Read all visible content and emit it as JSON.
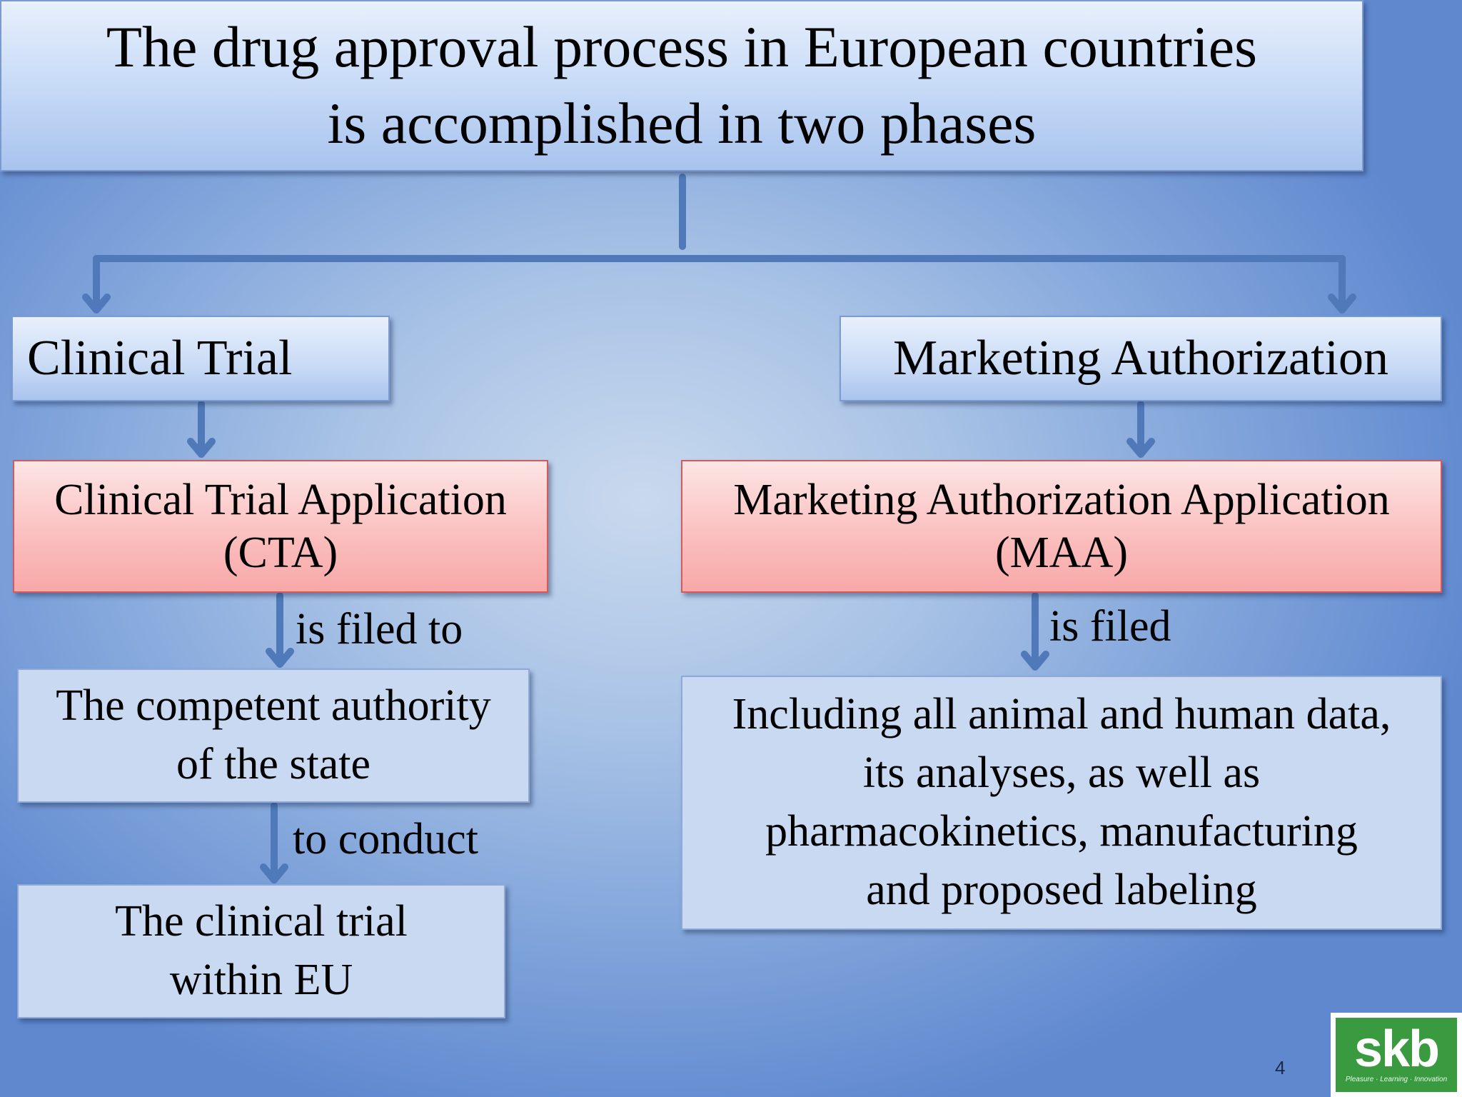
{
  "title": {
    "line1": "The drug approval process in European countries",
    "line2": "is accomplished in two phases"
  },
  "phases": {
    "clinical_trial": "Clinical Trial",
    "marketing_authorization": "Marketing Authorization"
  },
  "applications": {
    "cta": {
      "line1": "Clinical Trial Application",
      "line2": "(CTA)"
    },
    "maa": {
      "line1": "Marketing Authorization Application",
      "line2": "(MAA)"
    }
  },
  "edges": {
    "filed_to": "is filed to",
    "to_conduct": "to conduct",
    "filed": "is filed"
  },
  "boxes": {
    "authority": {
      "line1": "The competent authority",
      "line2": "of the state"
    },
    "trial": {
      "line1": "The clinical trial",
      "line2": "within EU"
    },
    "maa_contents": {
      "line1": "Including all animal and human data,",
      "line2": "its analyses, as well as",
      "line3": "pharmacokinetics, manufacturing",
      "line4": "and proposed labeling"
    }
  },
  "footer": {
    "slide_number": "4",
    "logo_text": "skb",
    "logo_tagline": "Pleasure · Learning · Innovation"
  },
  "colors": {
    "connector": "#4f79b8",
    "app_fill": "#fbbdbd",
    "phase_fill": "#c8daf5"
  }
}
